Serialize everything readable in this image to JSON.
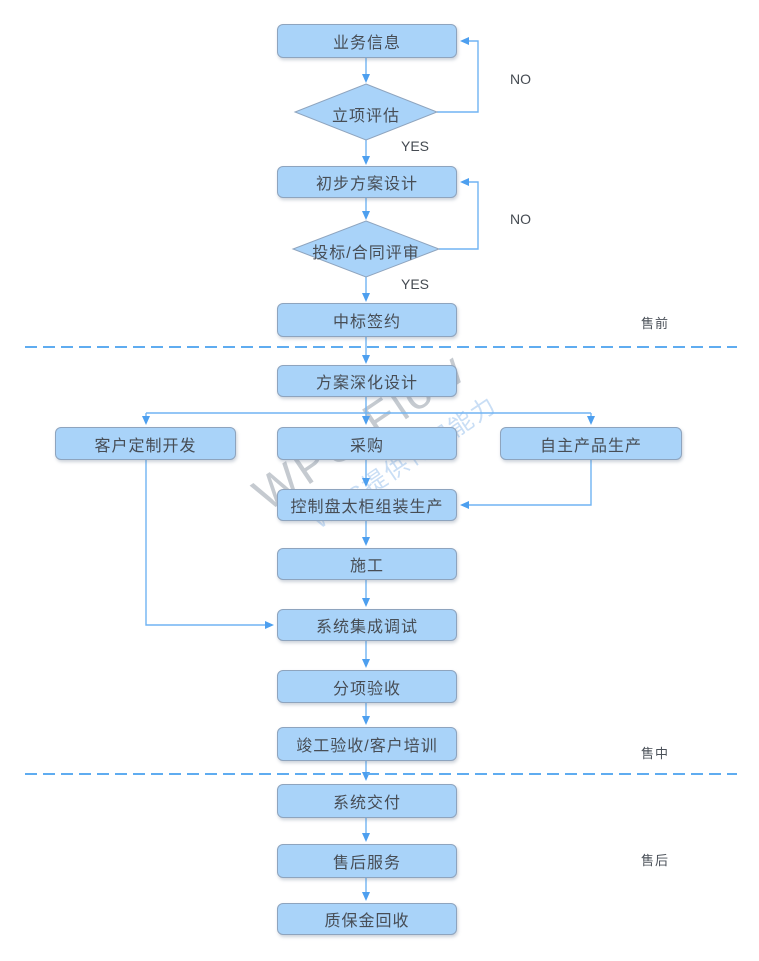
{
  "flow": {
    "nodes": [
      {
        "id": "business-info",
        "label": "业务信息",
        "type": "process"
      },
      {
        "id": "project-evaluation",
        "label": "立项评估",
        "type": "decision"
      },
      {
        "id": "preliminary-design",
        "label": "初步方案设计",
        "type": "process"
      },
      {
        "id": "bid-contract-review",
        "label": "投标/合同评审",
        "type": "decision"
      },
      {
        "id": "win-bid-sign",
        "label": "中标签约",
        "type": "process"
      },
      {
        "id": "design-deepening",
        "label": "方案深化设计",
        "type": "process"
      },
      {
        "id": "custom-development",
        "label": "客户定制开发",
        "type": "process"
      },
      {
        "id": "procurement",
        "label": "采购",
        "type": "process"
      },
      {
        "id": "own-product",
        "label": "自主产品生产",
        "type": "process"
      },
      {
        "id": "cabinet-assembly",
        "label": "控制盘太柜组装生产",
        "type": "process"
      },
      {
        "id": "construction",
        "label": "施工",
        "type": "process"
      },
      {
        "id": "integration-debug",
        "label": "系统集成调试",
        "type": "process"
      },
      {
        "id": "subitem-acceptance",
        "label": "分项验收",
        "type": "process"
      },
      {
        "id": "completion-training",
        "label": "竣工验收/客户培训",
        "type": "process"
      },
      {
        "id": "system-delivery",
        "label": "系统交付",
        "type": "process"
      },
      {
        "id": "after-sales-service",
        "label": "售后服务",
        "type": "process"
      },
      {
        "id": "warranty-recovery",
        "label": "质保金回收",
        "type": "process"
      }
    ],
    "edge_labels": {
      "no_1": "NO",
      "yes_1": "YES",
      "no_2": "NO",
      "yes_2": "YES"
    },
    "phase_labels": {
      "pre_sale": "售前",
      "mid_sale": "售中",
      "after_sale": "售后"
    },
    "watermark": {
      "line1": "WPS Flow",
      "line2": "WPS提供作图能力"
    },
    "colors": {
      "node_fill": "#A9D3F9",
      "node_border": "#8EA4BE",
      "connector_line": "#70B4F3",
      "arrowhead": "#4D9FEF",
      "divider_dashed": "#5FACF0",
      "node_text": "#474D55",
      "label_text": "#454B52"
    }
  }
}
